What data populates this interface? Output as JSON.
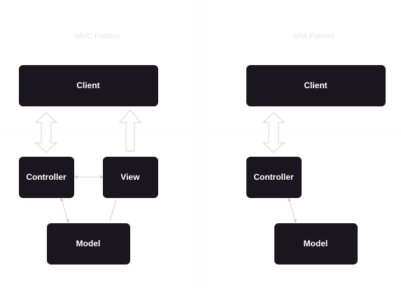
{
  "mvc": {
    "title": "MVC Pattern",
    "client": "Client",
    "controller": "Controller",
    "view": "View",
    "model": "Model"
  },
  "spa": {
    "title": "SPA Pattern",
    "client": "Client",
    "controller": "Controller",
    "model": "Model"
  },
  "colors": {
    "node_fill": "#19161f",
    "node_text": "#ffffff",
    "title_text": "#e6e6e6",
    "arrow_stroke": "#d6d6d6",
    "background": "#ffffff"
  }
}
